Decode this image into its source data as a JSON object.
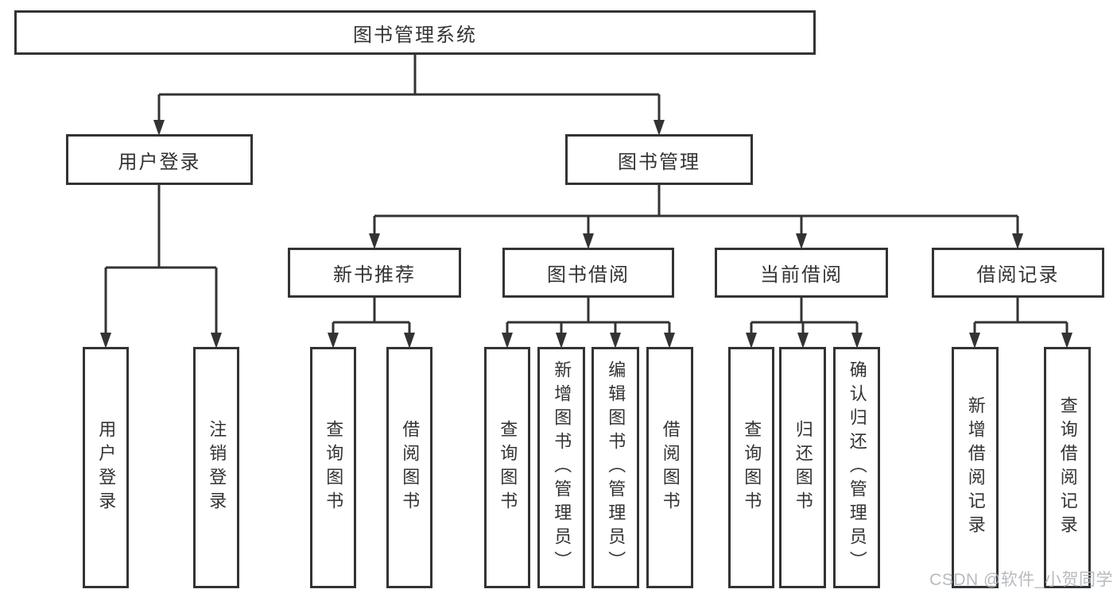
{
  "diagram": {
    "root": {
      "label": "图书管理系统"
    },
    "branches": [
      {
        "label": "用户登录",
        "children": [
          {
            "label": "用户登录"
          },
          {
            "label": "注销登录"
          }
        ]
      },
      {
        "label": "图书管理",
        "children": [
          {
            "label": "新书推荐",
            "children": [
              {
                "label": "查询图书"
              },
              {
                "label": "借阅图书"
              }
            ]
          },
          {
            "label": "图书借阅",
            "children": [
              {
                "label": "查询图书"
              },
              {
                "label": "新增图书（管理员）"
              },
              {
                "label": "编辑图书（管理员）"
              },
              {
                "label": "借阅图书"
              }
            ]
          },
          {
            "label": "当前借阅",
            "children": [
              {
                "label": "查询图书"
              },
              {
                "label": "归还图书"
              },
              {
                "label": "确认归还（管理员）"
              }
            ]
          },
          {
            "label": "借阅记录",
            "children": [
              {
                "label": "新增借阅记录"
              },
              {
                "label": "查询借阅记录"
              }
            ]
          }
        ]
      }
    ],
    "colors": {
      "line": "#333333",
      "text": "#333333",
      "background": "#ffffff",
      "watermark": "#b2b7bd"
    }
  },
  "watermark": {
    "text": "CSDN @软件_小贺同学"
  }
}
